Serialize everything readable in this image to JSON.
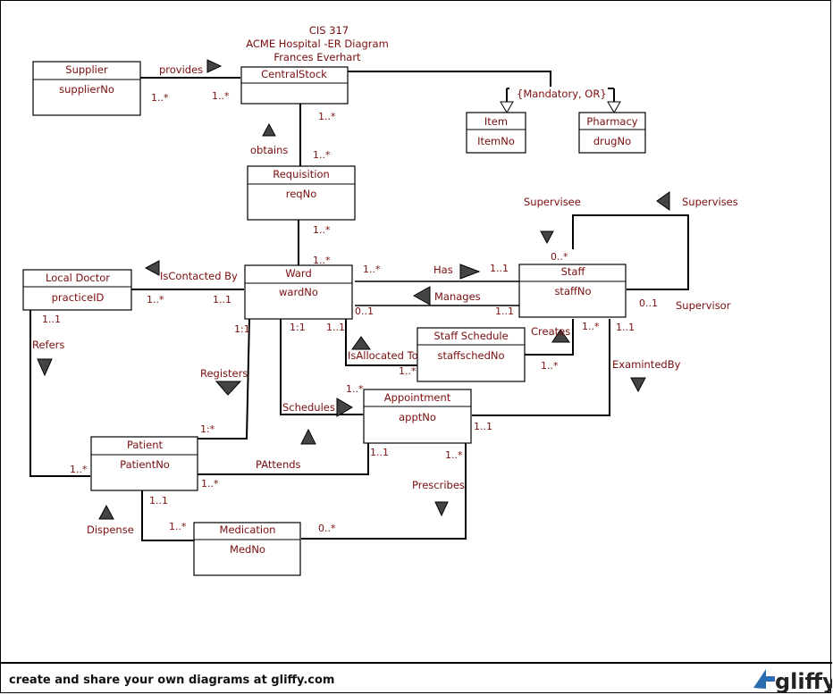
{
  "title": {
    "line1": "CIS 317",
    "line2": "ACME Hospital -ER Diagram",
    "line3": "Frances Everhart"
  },
  "constraint": "{Mandatory, OR}",
  "classes": {
    "supplier": {
      "name": "Supplier",
      "attr": "supplierNo"
    },
    "centralstock": {
      "name": "CentralStock",
      "attr": ""
    },
    "item": {
      "name": "Item",
      "attr": "ItemNo"
    },
    "pharmacy": {
      "name": "Pharmacy",
      "attr": "drugNo"
    },
    "requisition": {
      "name": "Requisition",
      "attr": "reqNo"
    },
    "localdoctor": {
      "name": "Local Doctor",
      "attr": "practiceID"
    },
    "ward": {
      "name": "Ward",
      "attr": "wardNo"
    },
    "staff": {
      "name": "Staff",
      "attr": "staffNo"
    },
    "staffschedule": {
      "name": "Staff Schedule",
      "attr": "staffschedNo"
    },
    "appointment": {
      "name": "Appointment",
      "attr": "apptNo"
    },
    "patient": {
      "name": "Patient",
      "attr": "PatientNo"
    },
    "medication": {
      "name": "Medication",
      "attr": "MedNo"
    }
  },
  "labels": {
    "provides": "provides",
    "obtains": "obtains",
    "supervisee": "Supervisee",
    "supervises": "Supervises",
    "supervisor": "Supervisor",
    "iscontacted": "IsContacted By",
    "has": "Has",
    "manages": "Manages",
    "creates": "Creates",
    "refers": "Refers",
    "isallocated": "IsAllocated To",
    "examinedby": "ExamintedBy",
    "registers": "Registers",
    "schedules": "Schedules",
    "pattends": "PAttends",
    "prescribes": "Prescribes",
    "dispense": "Dispense"
  },
  "multiplicities": {
    "sup_cs_left": "1..*",
    "sup_cs_right": "1..*",
    "cs_req_top": "1..*",
    "cs_req_bottom": "1..*",
    "req_ward_top": "1..*",
    "req_ward_bottom": "1..*",
    "ward_has": "1..*",
    "staff_has": "1..1",
    "staff_super": "0..*",
    "staff_supervisor": "0..1",
    "ward_manages": "0..1",
    "staff_manages": "1..1",
    "ld_left": "1..*",
    "ward_ld": "1..1",
    "ld_bottom": "1..1",
    "ward_patient": "1:1",
    "ward_sched": "1:1",
    "ward_alloc": "1..1",
    "alloc_ss": "1..*",
    "ss_creates": "1..*",
    "staff_creates": "1..*",
    "staff_exam": "1..1",
    "appt_sched": "1..*",
    "appt_exam": "1..1",
    "patient_reg": "1:*",
    "patient_ref": "1..*",
    "patient_pattends": "1..*",
    "appt_pattends": "1..1",
    "appt_presc": "1..*",
    "patient_disp": "1..1",
    "med_disp": "1..*",
    "med_presc": "0..*"
  },
  "footer": {
    "text": "create and share your own diagrams at gliffy.com",
    "logo": "gliffy"
  }
}
